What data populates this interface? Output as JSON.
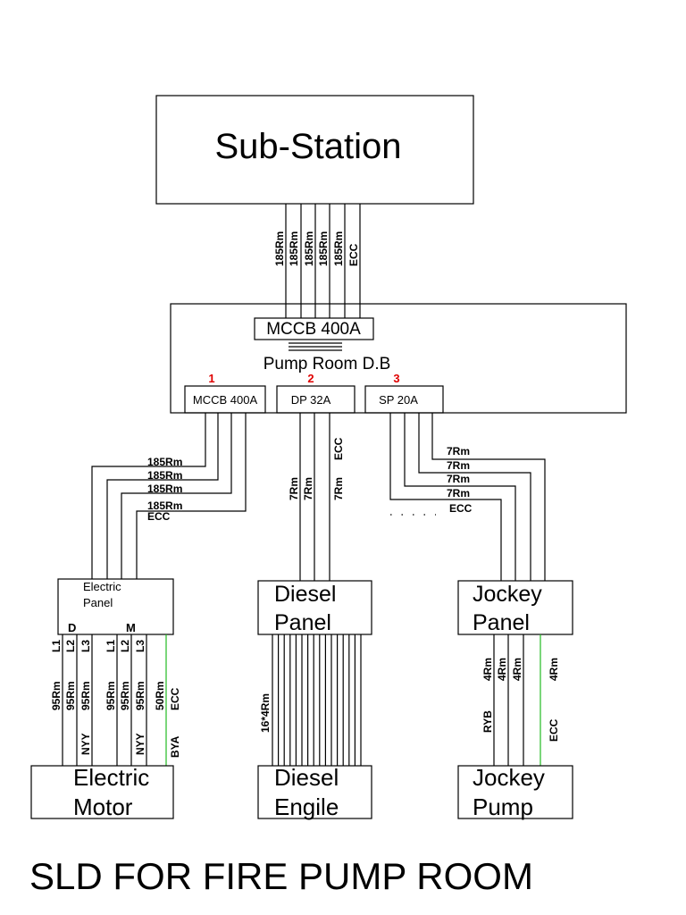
{
  "colors": {
    "accent_red": "#e00000",
    "ecc_green": "#22bb22"
  },
  "substation": {
    "label": "Sub-Station"
  },
  "incomer_cables": [
    "185Rm",
    "185Rm",
    "185Rm",
    "185Rm",
    "185Rm",
    "ECC"
  ],
  "db": {
    "incomer_label": "MCCB 400A",
    "title": "Pump Room D.B",
    "outgoings": [
      {
        "num": "1",
        "label": "MCCB 400A"
      },
      {
        "num": "2",
        "label": "DP 32A"
      },
      {
        "num": "3",
        "label": "SP 20A"
      }
    ]
  },
  "feeder1_cables": [
    "185Rm",
    "185Rm",
    "185Rm",
    "185Rm",
    "ECC"
  ],
  "feeder2_cables": [
    "7Rm",
    "7Rm",
    "7Rm",
    "ECC"
  ],
  "feeder3_cables": [
    "7Rm",
    "7Rm",
    "7Rm",
    "7Rm",
    "ECC"
  ],
  "electric_panel": {
    "label_line1": "Electric",
    "label_line2": "Panel",
    "d": "D",
    "m": "M",
    "phases_d": [
      "L1",
      "L2",
      "L3"
    ],
    "phases_m": [
      "L1",
      "L2",
      "L3"
    ],
    "cables": [
      "95Rm",
      "95Rm",
      "95Rm",
      "95Rm",
      "95Rm",
      "95Rm",
      "50Rm",
      "ECC"
    ],
    "nyy_1": "NYY",
    "nyy_2": "NYY",
    "bya": "BYA"
  },
  "diesel_panel": {
    "line1": "Diesel",
    "line2": "Panel",
    "cable": "16*4Rm"
  },
  "jockey_panel": {
    "line1": "Jockey",
    "line2": "Panel",
    "cables": [
      "4Rm",
      "4Rm",
      "4Rm",
      "4Rm"
    ],
    "ryb": "RYB",
    "ecc": "ECC"
  },
  "electric_motor": {
    "line1": "Electric",
    "line2": "Motor"
  },
  "diesel_engine": {
    "line1": "Diesel",
    "line2": "Engile"
  },
  "jockey_pump": {
    "line1": "Jockey",
    "line2": "Pump"
  },
  "diagram_title": "SLD FOR FIRE PUMP ROOM"
}
